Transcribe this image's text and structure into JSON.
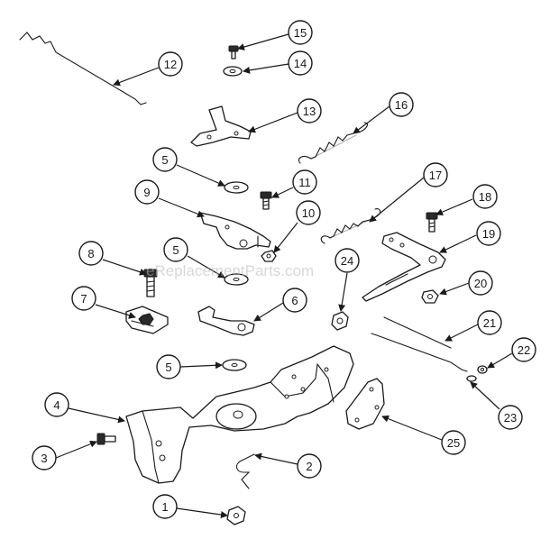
{
  "diagram": {
    "watermark": "eReplacementParts.com",
    "callouts": [
      "1",
      "2",
      "3",
      "4",
      "5",
      "5",
      "5",
      "6",
      "7",
      "8",
      "9",
      "10",
      "11",
      "12",
      "13",
      "14",
      "15",
      "16",
      "17",
      "18",
      "19",
      "20",
      "21",
      "22",
      "23",
      "24",
      "25"
    ]
  }
}
